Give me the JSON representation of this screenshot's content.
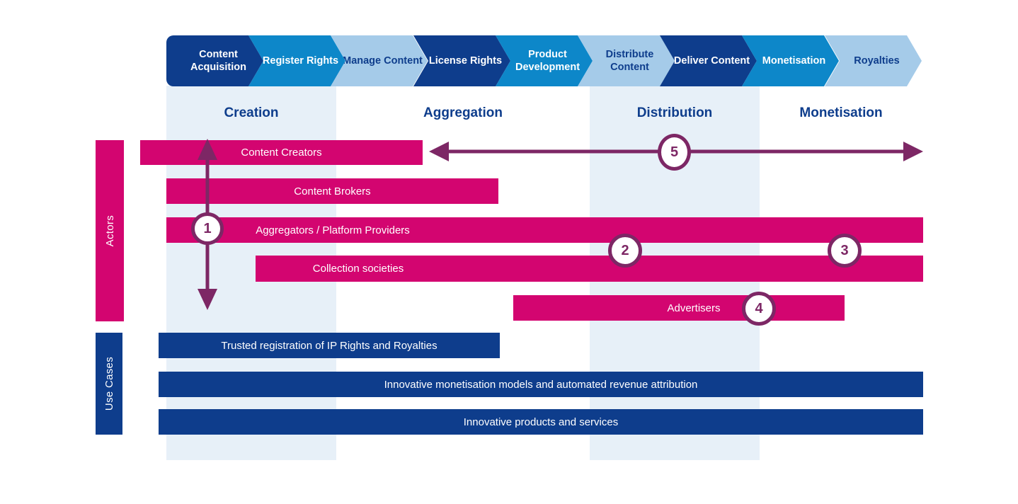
{
  "process_steps": [
    {
      "label": "Content Acquisition",
      "variant": "dark"
    },
    {
      "label": "Register Rights",
      "variant": "mid"
    },
    {
      "label": "Manage Content",
      "variant": "light"
    },
    {
      "label": "License Rights",
      "variant": "dark"
    },
    {
      "label": "Product Development",
      "variant": "mid"
    },
    {
      "label": "Distribute Content",
      "variant": "light"
    },
    {
      "label": "Deliver Content",
      "variant": "dark"
    },
    {
      "label": "Monetisation",
      "variant": "mid"
    },
    {
      "label": "Royalties",
      "variant": "light"
    }
  ],
  "phases": [
    "Creation",
    "Aggregation",
    "Distribution",
    "Monetisation"
  ],
  "lanes": {
    "actors_label": "Actors",
    "use_cases_label": "Use Cases"
  },
  "actor_bars": [
    {
      "label": "Content Creators"
    },
    {
      "label": "Content Brokers"
    },
    {
      "label": "Aggregators / Platform Providers"
    },
    {
      "label": "Collection societies"
    },
    {
      "label": "Advertisers"
    }
  ],
  "use_case_bars": [
    {
      "label": "Trusted registration of IP Rights and Royalties"
    },
    {
      "label": "Innovative monetisation models and automated revenue attribution"
    },
    {
      "label": "Innovative products and services"
    }
  ],
  "markers": {
    "m1": "1",
    "m2": "2",
    "m3": "3",
    "m4": "4",
    "m5": "5"
  },
  "colors": {
    "navy": "#0e3d8c",
    "blue": "#0d87c9",
    "light_blue": "#a5cbe9",
    "column_bg": "#e7f0f8",
    "magenta": "#d30570",
    "purple": "#7d2765"
  }
}
